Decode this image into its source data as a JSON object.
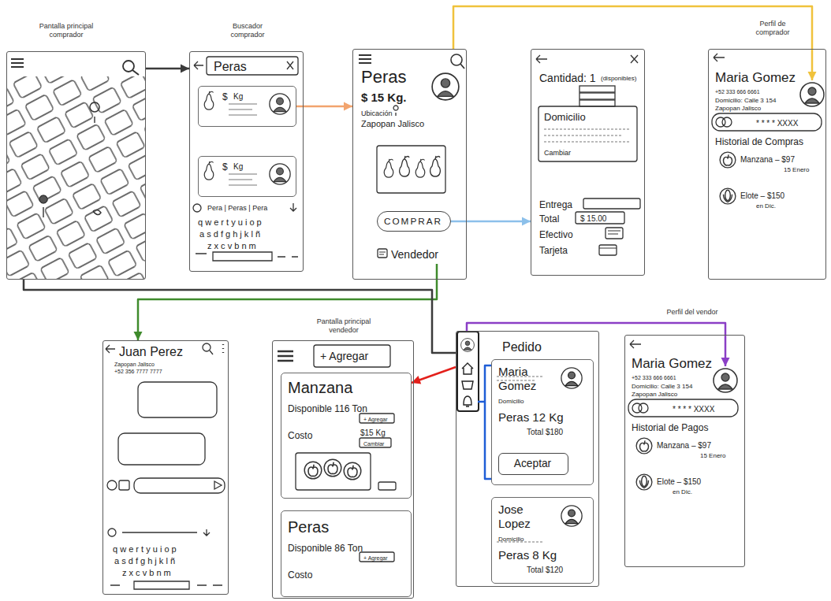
{
  "diagram": {
    "nodes": [
      {
        "text": [
          "Pantalla principal comprador"
        ]
      },
      {
        "text": [
          "Buscador comprador",
          "Peras",
          "Pera | Peras | Pera",
          "q w e r t y u i o p",
          "a s d f g h j k l ñ",
          "z x c v b n m"
        ]
      },
      {
        "text": [
          "$",
          "Kg"
        ],
        "in": 1
      },
      {
        "text": [
          "$",
          "Kg"
        ],
        "in": 1
      },
      {
        "text": [
          "Peras",
          "$ 15 Kg.",
          "Ubicación",
          "Zapopan Jalisco"
        ]
      },
      {
        "text": [
          "COMPRAR"
        ],
        "in": 4
      },
      {
        "text": [
          "Vendedor"
        ],
        "in": 4
      },
      {
        "text": [
          "Cantidad: 1",
          "(disponibles)",
          "Domicilio",
          "Cambiar",
          "Entrega",
          "Total",
          "$ 15.00",
          "Efectivo",
          "Tarjeta"
        ]
      },
      {
        "text": [
          "Perfil de comprador",
          "Maria Gomez",
          "+52 333 666 6661",
          "Domicilio: Calle 3 154 Zapopan Jalisco",
          "* * * * XXXX",
          "Historial de Compras",
          "Manzana – $97",
          "15 Enero",
          "Elote – $150",
          "en Dic."
        ]
      },
      {
        "text": [
          "Juan Perez",
          "Zapopan Jalisco",
          "+52 356 7777 7777",
          "q w e r t y u i o p",
          "a s d f g h j k l ñ",
          "z x c v b n m"
        ]
      },
      {
        "text": [
          "Pantalla principal vendedor",
          "+ Agregar"
        ]
      },
      {
        "text": [
          "Manzana",
          "Disponible 116 Ton",
          "+ Agregar",
          "Costo",
          "$15 Kg",
          "Cambiar"
        ],
        "in": 10
      },
      {
        "text": [
          "Peras",
          "Disponible 86 Ton",
          "+ Agregar",
          "Costo"
        ],
        "in": 10
      },
      {
        "text": [
          "Pedido"
        ]
      },
      {
        "text": [
          "Maria Gomez",
          "Domicilio",
          "Peras 12 Kg",
          "Total $180"
        ],
        "in": 13
      },
      {
        "text": [
          "Aceptar"
        ],
        "in": 14
      },
      {
        "text": [
          "Jose Lopez",
          "Domicilio",
          "Peras 8 Kg",
          "Total $120"
        ],
        "in": 13
      },
      {
        "text": [
          "Perfil del vendor",
          "Maria Gomez",
          "+52 333 666 6661",
          "Domicilio: Calle 3 154 Zapopan Jalisco",
          "* * * * XXXX",
          "Historial de Pagos",
          "Manzana – $97",
          "15 Enero",
          "Elote – $150",
          "en Dic."
        ]
      }
    ],
    "edges": [
      {
        "from": 0,
        "to": 1,
        "arrow": "to"
      },
      {
        "from": 2,
        "to": 4,
        "arrow": "to"
      },
      {
        "from": 4,
        "to": 8,
        "arrow": "to"
      },
      {
        "from": 5,
        "to": 7,
        "arrow": "to"
      },
      {
        "from": 6,
        "to": 9,
        "arrow": "to"
      },
      {
        "from": 0,
        "to": 13,
        "arrow": "none"
      },
      {
        "from": 13,
        "to": 17,
        "arrow": "to"
      },
      {
        "from": 13,
        "to": 11,
        "arrow": "to"
      },
      {
        "from": 13,
        "to": 14,
        "arrow": "none"
      }
    ]
  }
}
